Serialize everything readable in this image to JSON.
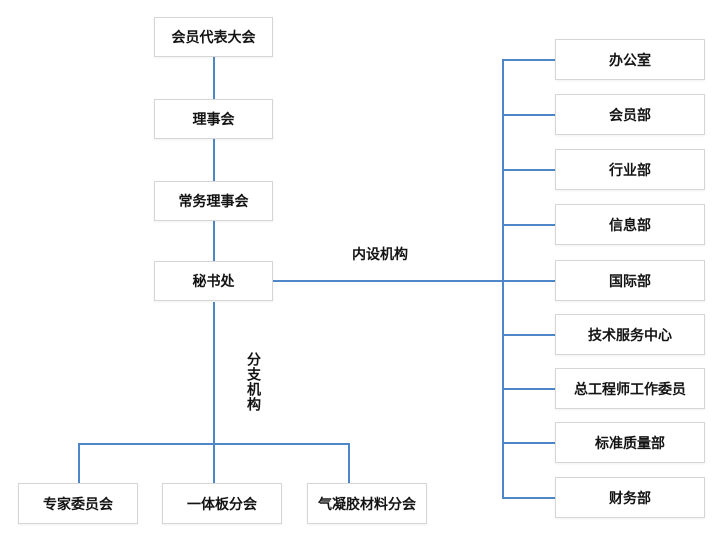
{
  "org_chart": {
    "governance_chain": [
      {
        "label": "会员代表大会"
      },
      {
        "label": "理事会"
      },
      {
        "label": "常务理事会"
      },
      {
        "label": "秘书处"
      }
    ],
    "internal_group": {
      "label": "内设机构",
      "departments": [
        "办公室",
        "会员部",
        "行业部",
        "信息部",
        "国际部",
        "技术服务中心",
        "总工程师工作委员",
        "标准质量部",
        "财务部"
      ]
    },
    "branch_group": {
      "label": "分支机构",
      "branches": [
        "专家委员会",
        "一体板分会",
        "气凝胶材料分会"
      ]
    },
    "colors": {
      "connector_blue": "#4d87c7",
      "box_border": "#d6d6d6",
      "box_background": "#ffffff",
      "text": "#141414"
    }
  }
}
